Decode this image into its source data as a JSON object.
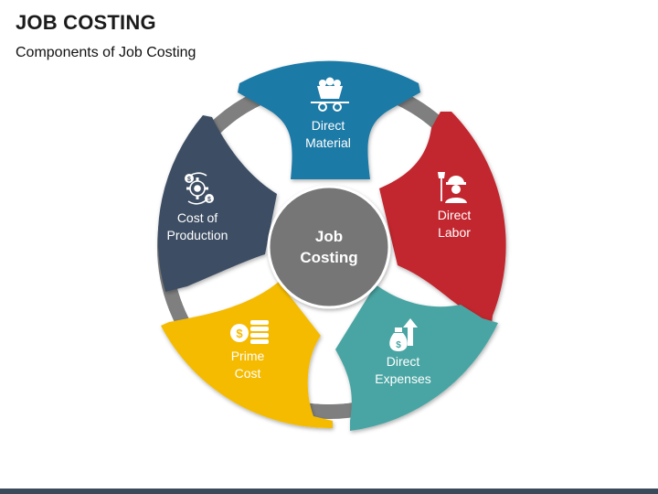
{
  "header": {
    "title": "JOB COSTING",
    "subtitle": "Components of Job Costing"
  },
  "center": {
    "line1": "Job",
    "line2": "Costing",
    "color": "#767676"
  },
  "components": [
    {
      "line1": "Direct",
      "line2": "Material",
      "color": "#1d7aa6",
      "icon": "mining-cart-icon"
    },
    {
      "line1": "Direct",
      "line2": "Labor",
      "color": "#c2252f",
      "icon": "worker-icon"
    },
    {
      "line1": "Direct",
      "line2": "Expenses",
      "color": "#49a5a3",
      "icon": "money-bag-up-arrow-icon"
    },
    {
      "line1": "Prime",
      "line2": "Cost",
      "color": "#f5bb04",
      "icon": "coin-stack-icon"
    },
    {
      "line1": "Cost of",
      "line2": "Production",
      "color": "#3d4d64",
      "icon": "gear-cycle-dollar-icon"
    }
  ],
  "ring_color": "#7f7f7f",
  "footer_color": "#3a4a5a"
}
